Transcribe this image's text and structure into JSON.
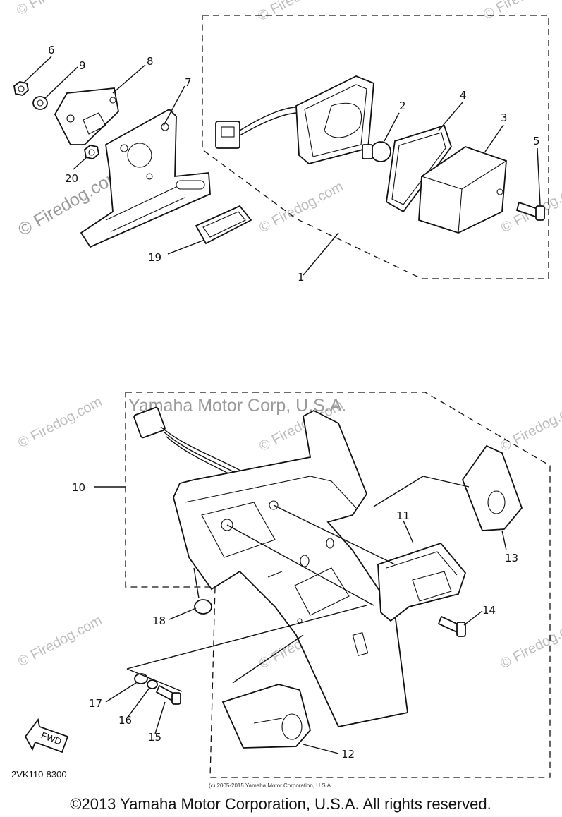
{
  "watermark": {
    "site": "© Firedog.com",
    "company": "Yamaha Motor Corp, U.S.A."
  },
  "callouts": {
    "p1": "1",
    "p2": "2",
    "p3": "3",
    "p4": "4",
    "p5": "5",
    "p6": "6",
    "p7": "7",
    "p8": "8",
    "p9": "9",
    "p10": "10",
    "p11": "11",
    "p12": "12",
    "p13": "13",
    "p14": "14",
    "p15": "15",
    "p16": "16",
    "p17": "17",
    "p18": "18",
    "p19": "19",
    "p20": "20"
  },
  "fwd_label": "FWD",
  "diagram_code": "2VK110-8300",
  "small_copyright": "(c) 2005-2015 Yamaha Motor Corporation, U.S.A.",
  "footer_copyright": "©2013 Yamaha Motor Corporation, U.S.A. All rights reserved."
}
